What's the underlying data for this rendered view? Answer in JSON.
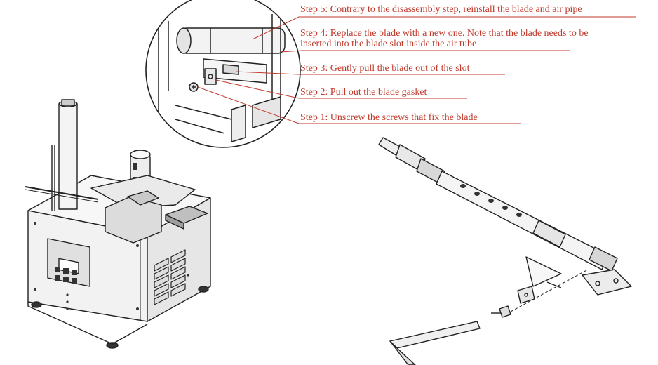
{
  "steps": [
    {
      "number": 5,
      "text": "Step 5: Contrary to the disassembly step, reinstall the blade and air pipe"
    },
    {
      "number": 4,
      "text_line1": "Step 4: Replace the blade with a new one. Note that the blade needs to be",
      "text_line2": "inserted into the blade slot inside the air tube"
    },
    {
      "number": 3,
      "text": "Step 3: Gently pull the blade out of the slot"
    },
    {
      "number": 2,
      "text": "Step 2: Pull out the blade gasket"
    },
    {
      "number": 1,
      "text": "Step 1: Unscrew the screws that fix the blade"
    }
  ],
  "colors": {
    "annotation": "#c0392b",
    "line_art": "#222222",
    "fill_light": "#f2f2f2",
    "fill_mid": "#d9d9d9"
  }
}
